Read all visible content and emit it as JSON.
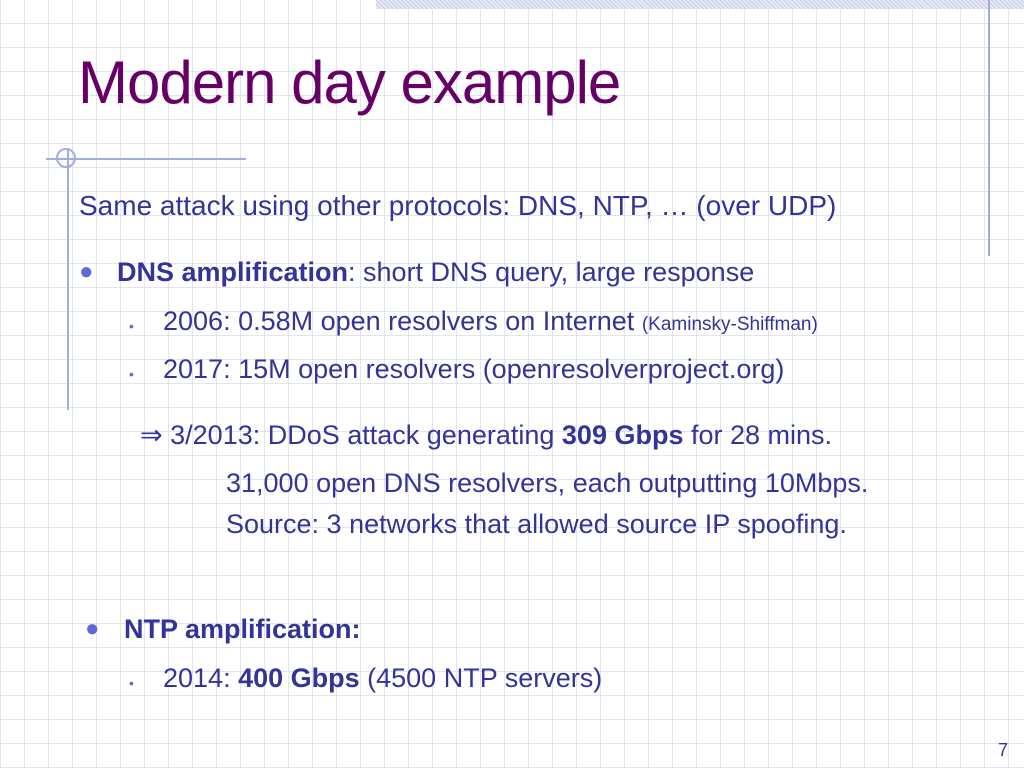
{
  "slide": {
    "title": "Modern day example",
    "intro": "Same attack using other protocols:  DNS, NTP,  …    (over UDP)",
    "dns": {
      "heading": "DNS amplification",
      "heading_suffix": ":   short DNS query,  large response",
      "items": [
        {
          "text": "2006:   0.58M open resolvers on Internet",
          "note": "(Kaminsky-Shiffman)"
        },
        {
          "text": "2017:   15M open resolvers (openresolverproject.org)"
        }
      ]
    },
    "attack": {
      "arrow": "⇒",
      "line1_prefix": "3/2013:   DDoS attack generating ",
      "line1_bold": "309 Gbps",
      "line1_suffix": " for 28 mins.",
      "line2": "31,000 open DNS resolvers, each outputting 10Mbps.",
      "line3": "Source:  3 networks that allowed source IP spoofing."
    },
    "ntp": {
      "heading": "NTP amplification:",
      "item_prefix": "2014:   ",
      "item_bold": "400 Gbps",
      "item_suffix": "   (4500 NTP servers)"
    },
    "page_number": "7"
  },
  "colors": {
    "title": "#660066",
    "text": "#333399",
    "bullet": "#5d6ad8",
    "rules": "#a3addb"
  },
  "icons": {
    "bullet": "filled-circle",
    "crosshair": "crosshair-icon",
    "implies": "double-right-arrow"
  }
}
